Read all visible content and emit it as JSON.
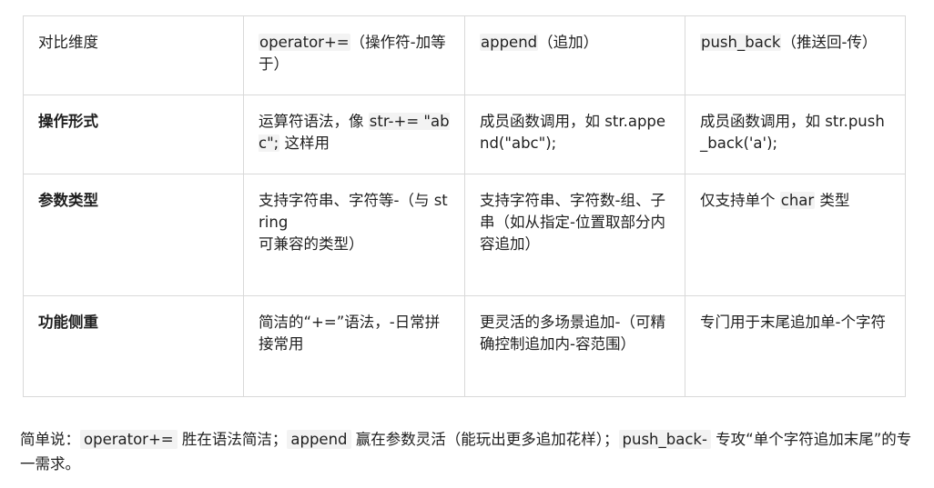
{
  "table": {
    "header": {
      "dimension": "对比维度",
      "col1_code": "operator+=",
      "col1_text": "（操作符-加等于）",
      "col2_code": "append",
      "col2_text": "（追加）",
      "col3_code": "push_back",
      "col3_text": "（推送回-传）"
    },
    "rows": [
      {
        "dimension": "操作形式",
        "c1_pre": "运算符语法，像 ",
        "c1_code": "str-+= \"abc\";",
        "c1_post": " 这样用",
        "c2_pre": "成员函数调用，如 ",
        "c2_code": "str.append(\"abc\");",
        "c3_pre": "成员函数调用，如 ",
        "c3_code": "str.push_back('a');"
      },
      {
        "dimension": "参数类型",
        "c1_pre": "支持字符串、字符等-（与 ",
        "c1_code": "string",
        "c1_post": " 可兼容的类型）",
        "c2_text": "支持字符串、字符数-组、子串（如从指定-位置取部分内容追加）",
        "c3_pre": "仅支持单个 ",
        "c3_code": "char",
        "c3_post": " 类型"
      },
      {
        "dimension": "功能侧重",
        "c1_text": "简洁的“+=”语法，-日常拼接常用",
        "c2_text": "更灵活的多场景追加-（可精确控制追加内-容范围）",
        "c3_text": "专门用于末尾追加单-个字符"
      }
    ]
  },
  "summary": {
    "p1": "简单说：",
    "code1": "operator+=",
    "p2": " 胜在语法简洁；",
    "code2": "append",
    "p3": " 赢在参数灵活（能玩出更多追加花样）；",
    "code3": "push_back-",
    "p4": " 专攻“单个字符追加末尾”的专一需求。"
  }
}
